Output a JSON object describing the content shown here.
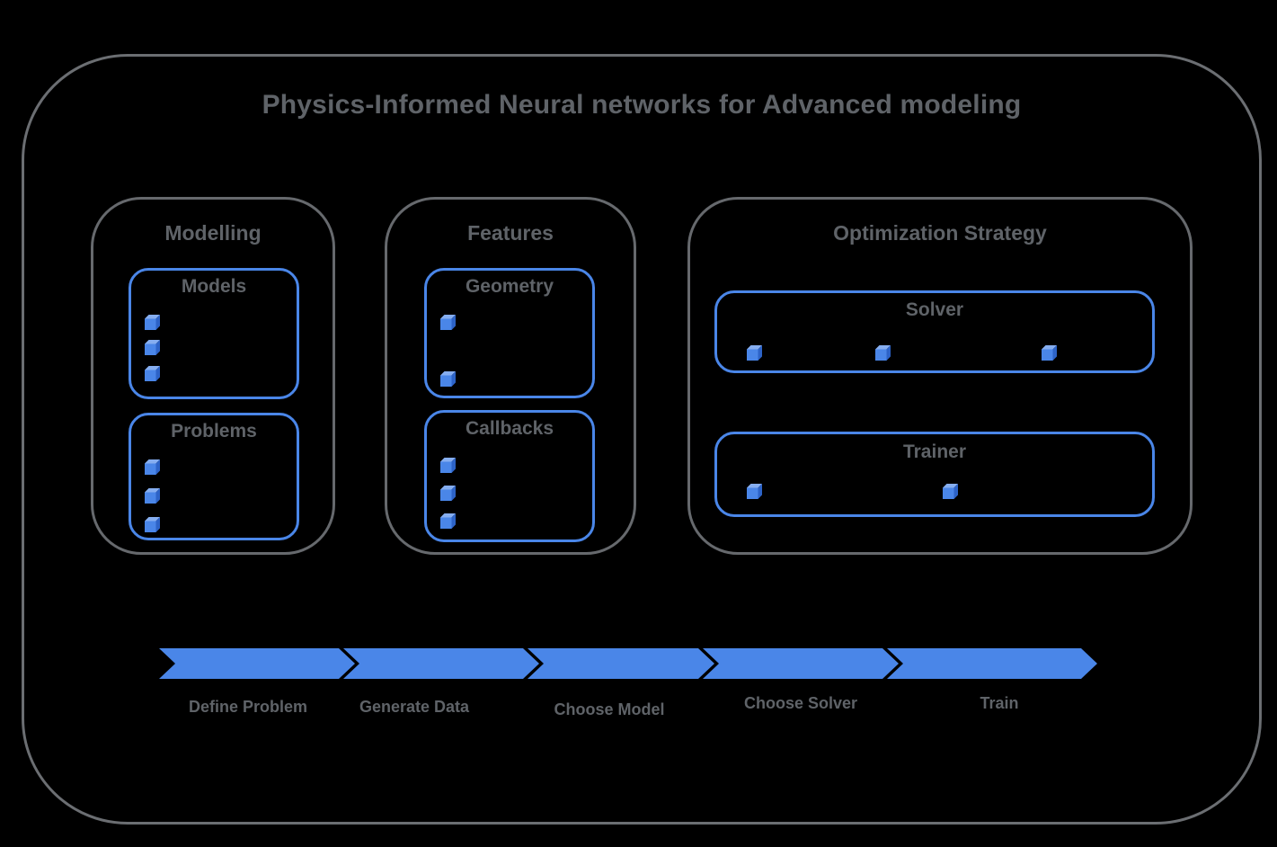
{
  "title": "Physics-Informed Neural networks for Advanced modeling",
  "colors": {
    "accent_blue": "#4a86e8",
    "cube_top_blue": "#86aef0",
    "cube_side_blue": "#2d63c7",
    "border_gray": "#66696d",
    "text_gray": "#5f6368",
    "background": "#000000"
  },
  "icons": {
    "cube": "cube-3d-icon"
  },
  "panels": {
    "modelling": {
      "title": "Modelling",
      "boxes": {
        "models": {
          "title": "Models",
          "cube_count": 3
        },
        "problems": {
          "title": "Problems",
          "cube_count": 3
        }
      }
    },
    "features": {
      "title": "Features",
      "boxes": {
        "geometry": {
          "title": "Geometry",
          "cube_count": 2
        },
        "callbacks": {
          "title": "Callbacks",
          "cube_count": 3
        }
      }
    },
    "optimization": {
      "title": "Optimization Strategy",
      "boxes": {
        "solver": {
          "title": "Solver",
          "cube_count": 3
        },
        "trainer": {
          "title": "Trainer",
          "cube_count": 2
        }
      }
    }
  },
  "flow": {
    "steps": [
      {
        "label": "Define Problem"
      },
      {
        "label": "Generate Data"
      },
      {
        "label": "Choose Model"
      },
      {
        "label": "Choose Solver"
      },
      {
        "label": "Train"
      }
    ]
  }
}
